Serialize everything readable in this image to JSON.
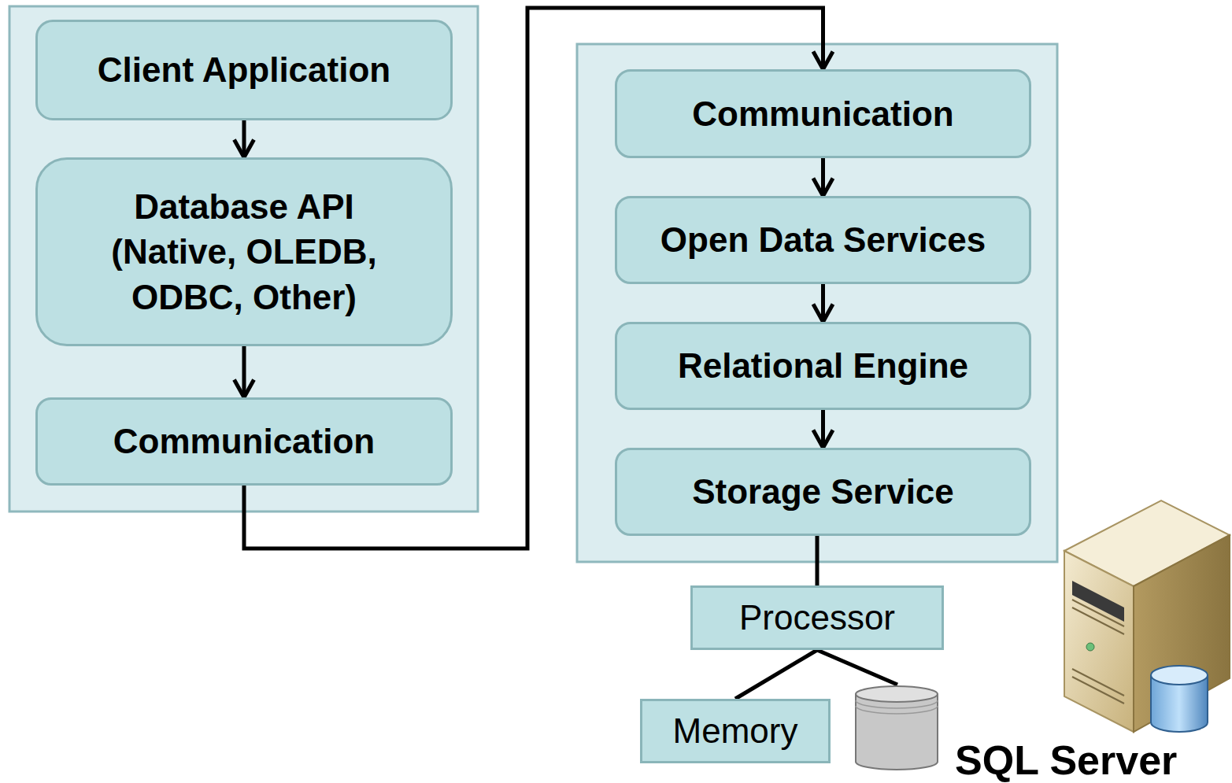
{
  "diagram": {
    "nodes": [
      {
        "text": [
          "Client Application"
        ]
      },
      {
        "text": [
          "Database API (Native, OLEDB, ODBC, Other)"
        ]
      },
      {
        "text": [
          "Communication"
        ]
      },
      {
        "text": [
          "Communication"
        ]
      },
      {
        "text": [
          "Open Data Services"
        ]
      },
      {
        "text": [
          "Relational Engine"
        ]
      },
      {
        "text": [
          "Storage Service"
        ]
      },
      {
        "text": [
          "Processor"
        ]
      },
      {
        "text": [
          "Memory"
        ]
      }
    ],
    "edges": [
      {
        "from": 0,
        "to": 1,
        "arrow": "to"
      },
      {
        "from": 1,
        "to": 2,
        "arrow": "to"
      },
      {
        "from": 2,
        "to": 3,
        "arrow": "to"
      },
      {
        "from": 3,
        "to": 4,
        "arrow": "to"
      },
      {
        "from": 4,
        "to": 5,
        "arrow": "to"
      },
      {
        "from": 5,
        "to": 6,
        "arrow": "to"
      },
      {
        "from": 6,
        "to": 7,
        "arrow": "none"
      },
      {
        "from": 7,
        "to": 8,
        "arrow": "none"
      }
    ],
    "labels": [
      "SQL Server"
    ]
  }
}
